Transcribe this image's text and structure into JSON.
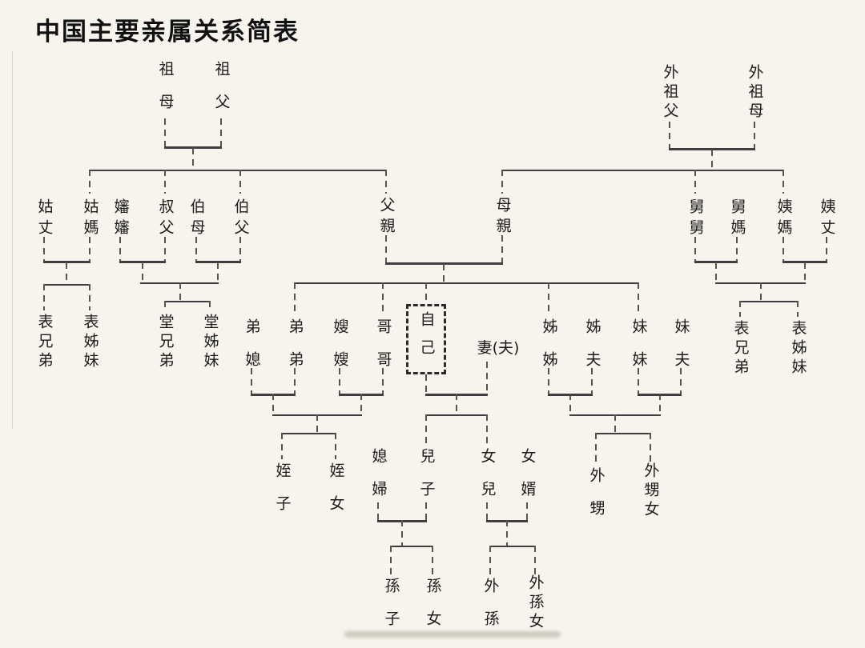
{
  "title": "中国主要亲属关系简表",
  "colors": {
    "background": "#f7f4ee",
    "solid_line": "#3f3f3f",
    "dashed_line": "#555550",
    "text": "#1c1c1c",
    "self_box_border": "#2a2a2a"
  },
  "nodes": {
    "zumu": "祖母",
    "zufu": "祖父",
    "waizufu": "外祖父",
    "waizumu": "外祖母",
    "guzhang": "姑丈",
    "guma": "姑媽",
    "shenshen": "嬸嬸",
    "shufu": "叔父",
    "bomu": "伯母",
    "bofu": "伯父",
    "fuqin": "父親",
    "muqin": "母親",
    "jiujiu": "舅舅",
    "jiuma": "舅媽",
    "yima": "姨媽",
    "yizhang": "姨丈",
    "biao_xiongdi_left": "表兄弟",
    "biao_zimei_left": "表姊妹",
    "tang_xiongdi": "堂兄弟",
    "tang_zimei": "堂姊妹",
    "dixi": "弟媳",
    "didi": "弟弟",
    "saosao": "嫂嫂",
    "gege": "哥哥",
    "ziji": "自己",
    "qi_fu": "妻(夫)",
    "jiejie": "姊姊",
    "jiefu": "姊夫",
    "meimei": "妹妹",
    "meifu": "妹夫",
    "biao_xiongdi_right": "表兄弟",
    "biao_zimei_right": "表姊妹",
    "zhizi": "姪子",
    "zhinv": "姪女",
    "xifu": "媳婦",
    "erzi": "兒子",
    "nver": "女兒",
    "nvxu": "女婿",
    "waisheng": "外甥",
    "waishengnv": "外甥女",
    "sunzi": "孫子",
    "sunnv": "孫女",
    "waisun": "外孫",
    "waisunnv": "外孫女"
  },
  "connectors": {
    "h_lines": [
      [
        206,
        276,
        183,
        3
      ],
      [
        836,
        942,
        185,
        3
      ],
      [
        112,
        482,
        212,
        2
      ],
      [
        627,
        978,
        212,
        2
      ],
      [
        55,
        112,
        326,
        3
      ],
      [
        150,
        206,
        326,
        3
      ],
      [
        245,
        300,
        326,
        3
      ],
      [
        482,
        627,
        328,
        3
      ],
      [
        868,
        920,
        326,
        3
      ],
      [
        978,
        1032,
        326,
        3
      ],
      [
        55,
        112,
        355,
        2
      ],
      [
        176,
        272,
        353,
        2
      ],
      [
        206,
        262,
        376,
        2
      ],
      [
        368,
        797,
        353,
        2
      ],
      [
        894,
        1005,
        353,
        2
      ],
      [
        924,
        996,
        376,
        2
      ],
      [
        314,
        368,
        492,
        3
      ],
      [
        424,
        478,
        492,
        3
      ],
      [
        341,
        451,
        518,
        2
      ],
      [
        352,
        419,
        541,
        2
      ],
      [
        532,
        608,
        492,
        3
      ],
      [
        532,
        608,
        518,
        2
      ],
      [
        685,
        739,
        492,
        3
      ],
      [
        797,
        850,
        492,
        3
      ],
      [
        712,
        824,
        518,
        2
      ],
      [
        744,
        812,
        541,
        2
      ],
      [
        472,
        532,
        650,
        3
      ],
      [
        608,
        658,
        650,
        3
      ],
      [
        488,
        540,
        682,
        2
      ],
      [
        612,
        668,
        682,
        2
      ]
    ],
    "v_lines": [
      [
        206,
        148,
        183
      ],
      [
        276,
        148,
        183
      ],
      [
        241,
        185,
        212
      ],
      [
        836,
        152,
        185
      ],
      [
        942,
        152,
        185
      ],
      [
        889,
        187,
        212
      ],
      [
        112,
        212,
        242
      ],
      [
        206,
        212,
        242
      ],
      [
        300,
        212,
        242
      ],
      [
        482,
        212,
        242
      ],
      [
        627,
        212,
        242
      ],
      [
        868,
        212,
        242
      ],
      [
        978,
        212,
        242
      ],
      [
        55,
        296,
        326
      ],
      [
        112,
        296,
        326
      ],
      [
        150,
        296,
        326
      ],
      [
        206,
        296,
        326
      ],
      [
        245,
        296,
        326
      ],
      [
        300,
        296,
        326
      ],
      [
        482,
        294,
        328
      ],
      [
        627,
        294,
        328
      ],
      [
        868,
        296,
        326
      ],
      [
        920,
        296,
        326
      ],
      [
        978,
        296,
        326
      ],
      [
        1032,
        296,
        326
      ],
      [
        83,
        328,
        355
      ],
      [
        55,
        355,
        388
      ],
      [
        112,
        355,
        388
      ],
      [
        178,
        328,
        353
      ],
      [
        272,
        328,
        353
      ],
      [
        225,
        353,
        376
      ],
      [
        206,
        376,
        390
      ],
      [
        262,
        376,
        390
      ],
      [
        554,
        330,
        353
      ],
      [
        368,
        353,
        392
      ],
      [
        478,
        353,
        392
      ],
      [
        532,
        353,
        380
      ],
      [
        685,
        353,
        392
      ],
      [
        797,
        353,
        392
      ],
      [
        894,
        328,
        353
      ],
      [
        1005,
        328,
        353
      ],
      [
        950,
        353,
        376
      ],
      [
        924,
        376,
        396
      ],
      [
        996,
        376,
        396
      ],
      [
        314,
        460,
        492
      ],
      [
        368,
        460,
        492
      ],
      [
        424,
        460,
        492
      ],
      [
        478,
        460,
        492
      ],
      [
        532,
        468,
        492
      ],
      [
        608,
        452,
        492
      ],
      [
        685,
        460,
        492
      ],
      [
        739,
        460,
        492
      ],
      [
        797,
        460,
        492
      ],
      [
        850,
        460,
        492
      ],
      [
        341,
        492,
        518
      ],
      [
        451,
        492,
        518
      ],
      [
        396,
        518,
        540
      ],
      [
        352,
        541,
        574
      ],
      [
        419,
        541,
        574
      ],
      [
        570,
        492,
        518
      ],
      [
        532,
        518,
        556
      ],
      [
        608,
        518,
        556
      ],
      [
        712,
        492,
        518
      ],
      [
        824,
        492,
        518
      ],
      [
        768,
        518,
        540
      ],
      [
        744,
        541,
        580
      ],
      [
        812,
        541,
        580
      ],
      [
        472,
        628,
        650
      ],
      [
        532,
        628,
        650
      ],
      [
        608,
        628,
        650
      ],
      [
        658,
        628,
        650
      ],
      [
        502,
        650,
        682
      ],
      [
        633,
        650,
        682
      ],
      [
        488,
        682,
        718
      ],
      [
        540,
        682,
        718
      ],
      [
        612,
        682,
        718
      ],
      [
        668,
        682,
        718
      ]
    ]
  }
}
